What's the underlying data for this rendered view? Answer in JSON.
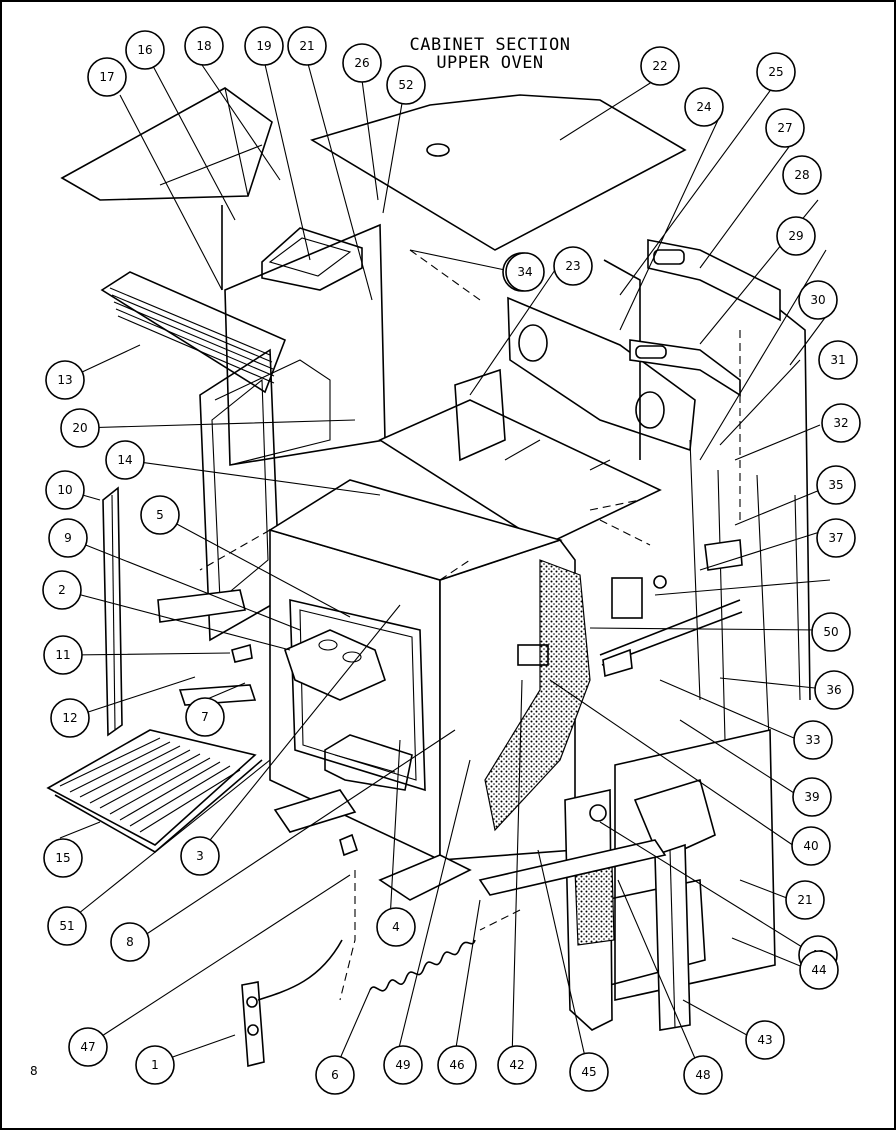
{
  "title": {
    "line1": "CABINET SECTION",
    "line2": "UPPER OVEN"
  },
  "page_number": "8",
  "callouts": [
    {
      "label": "1"
    },
    {
      "label": "2"
    },
    {
      "label": "3"
    },
    {
      "label": "4"
    },
    {
      "label": "5"
    },
    {
      "label": "6"
    },
    {
      "label": "7"
    },
    {
      "label": "8"
    },
    {
      "label": "9"
    },
    {
      "label": "10"
    },
    {
      "label": "11"
    },
    {
      "label": "12"
    },
    {
      "label": "13"
    },
    {
      "label": "14"
    },
    {
      "label": "15"
    },
    {
      "label": "16"
    },
    {
      "label": "17"
    },
    {
      "label": "18"
    },
    {
      "label": "19"
    },
    {
      "label": "20"
    },
    {
      "label": "21"
    },
    {
      "label": "21"
    },
    {
      "label": "22"
    },
    {
      "label": "23"
    },
    {
      "label": "24"
    },
    {
      "label": "25"
    },
    {
      "label": "26"
    },
    {
      "label": "27"
    },
    {
      "label": "28"
    },
    {
      "label": "29"
    },
    {
      "label": "30"
    },
    {
      "label": "31"
    },
    {
      "label": "32"
    },
    {
      "label": "33"
    },
    {
      "label": "34"
    },
    {
      "label": "34"
    },
    {
      "label": "35"
    },
    {
      "label": "36"
    },
    {
      "label": "37"
    },
    {
      "label": "39"
    },
    {
      "label": "40"
    },
    {
      "label": "41"
    },
    {
      "label": "42"
    },
    {
      "label": "43"
    },
    {
      "label": "44"
    },
    {
      "label": "45"
    },
    {
      "label": "46"
    },
    {
      "label": "47"
    },
    {
      "label": "48"
    },
    {
      "label": "49"
    },
    {
      "label": "50"
    },
    {
      "label": "51"
    },
    {
      "label": "52"
    }
  ]
}
